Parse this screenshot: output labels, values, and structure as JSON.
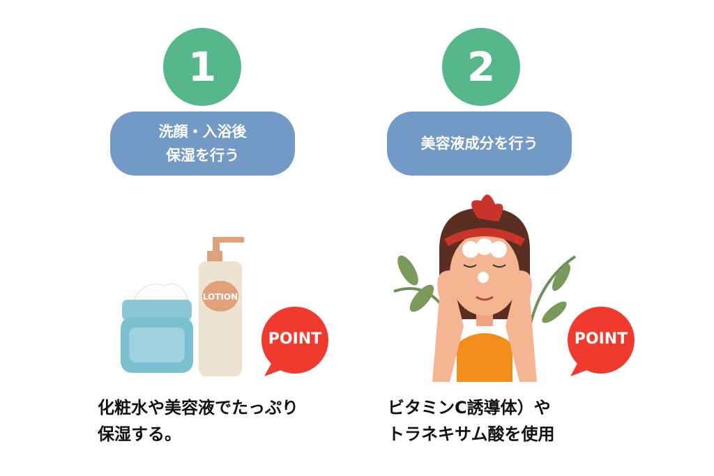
{
  "steps": [
    {
      "number": "1",
      "title": "洗顔・入浴後\n保湿を行う",
      "point_label": "POINT",
      "description": "化粧水や美容液でたっぷり\n保湿する。",
      "product_label": "LOTION"
    },
    {
      "number": "2",
      "title": "美容液成分を行う",
      "point_label": "POINT",
      "description": "ビタミンC誘導体）や\nトラネキサム酸を使用"
    }
  ],
  "colors": {
    "number_circle": "#56b78b",
    "title_pill": "#739ac7",
    "point_bubble": "#f03a2e"
  }
}
